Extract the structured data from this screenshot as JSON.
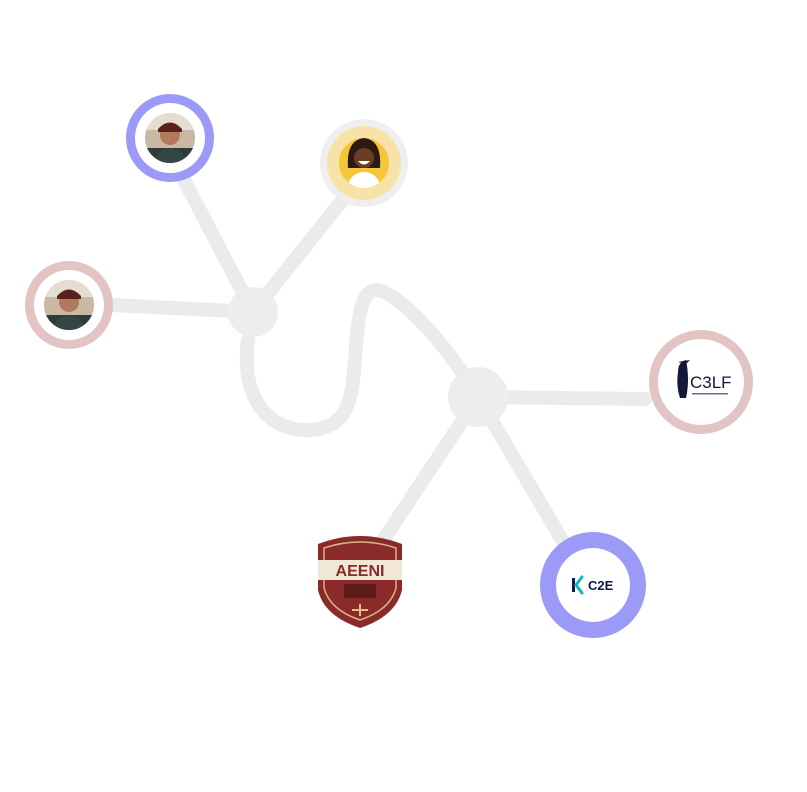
{
  "nodes": [
    {
      "id": "person-1",
      "kind": "avatar",
      "ring_color": "#9b9bf7",
      "icon": "person-photo"
    },
    {
      "id": "person-2",
      "kind": "avatar",
      "ring_color": "#f7e3a8",
      "icon": "person-photo"
    },
    {
      "id": "person-3",
      "kind": "avatar",
      "ring_color": "#e3c3c3",
      "icon": "person-photo"
    },
    {
      "id": "c3lf",
      "kind": "logo",
      "ring_color": "#e2c4c4",
      "label": "C3LF"
    },
    {
      "id": "aeeni",
      "kind": "logo",
      "ring_color": "",
      "label": "AEENI"
    },
    {
      "id": "c2e",
      "kind": "logo",
      "ring_color": "#9b9bf7",
      "label": "C2E"
    }
  ],
  "colors": {
    "edge": "#ebebeb",
    "hub": "#ededed",
    "aeeni_badge": "#8a2a2a",
    "c2e_accent": "#13b4c4",
    "c2e_text": "#0b1b52"
  }
}
